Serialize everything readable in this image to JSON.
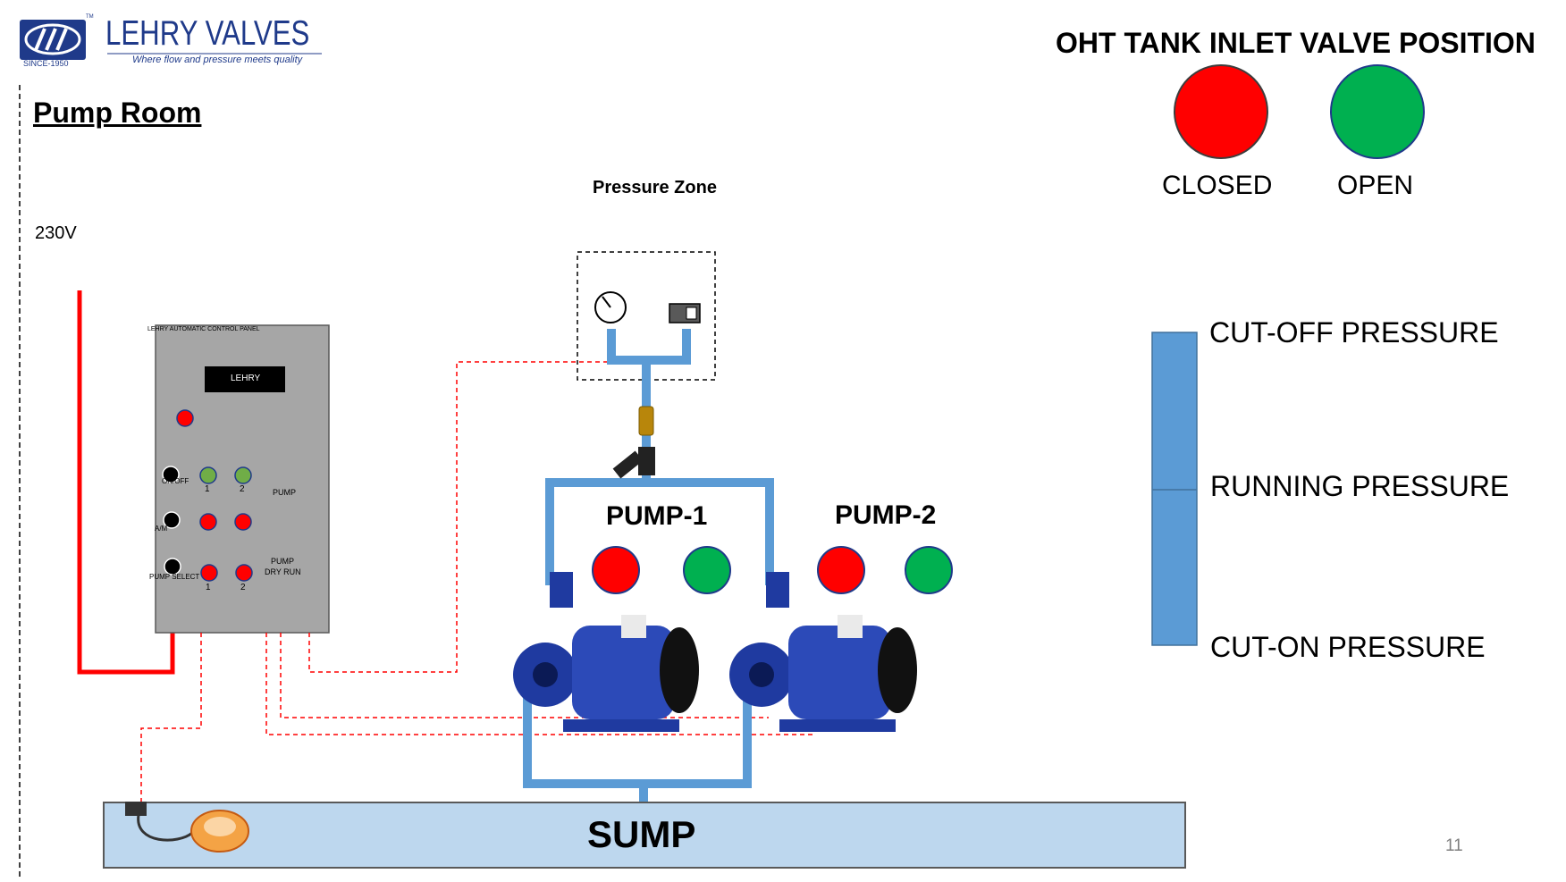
{
  "logo": {
    "brand": "LEHRY VALVES",
    "tagline": "Where flow and pressure meets quality",
    "since": "SINCE-1950",
    "tm": "TM"
  },
  "page_title": "Pump Room",
  "supply_label": "230V",
  "pressure_zone_label": "Pressure Zone",
  "valve_position": {
    "title": "OHT TANK INLET VALVE POSITION",
    "closed": "CLOSED",
    "open": "OPEN"
  },
  "colors": {
    "red": "#ff0000",
    "green": "#00b050",
    "pipe": "#5b9bd5",
    "sump": "#bdd7ee",
    "panel": "#a6a6a6",
    "wire": "#ff0000"
  },
  "control_panel": {
    "title": "LEHRY AUTOMATIC CONTROL PANEL",
    "display": "LEHRY",
    "on_off": "ON/OFF",
    "am": "A/M",
    "pump_select": "PUMP SELECT",
    "pump": "PUMP",
    "pump_dry_run_1": "PUMP",
    "pump_dry_run_2": "DRY RUN",
    "num1": "1",
    "num2": "2"
  },
  "pumps": [
    {
      "label": "PUMP-1"
    },
    {
      "label": "PUMP-2"
    }
  ],
  "pressure_gauge": {
    "cutoff": "CUT-OFF PRESSURE",
    "running": "RUNNING PRESSURE",
    "cuton": "CUT-ON PRESSURE"
  },
  "sump_label": "SUMP",
  "slide_number": "11"
}
